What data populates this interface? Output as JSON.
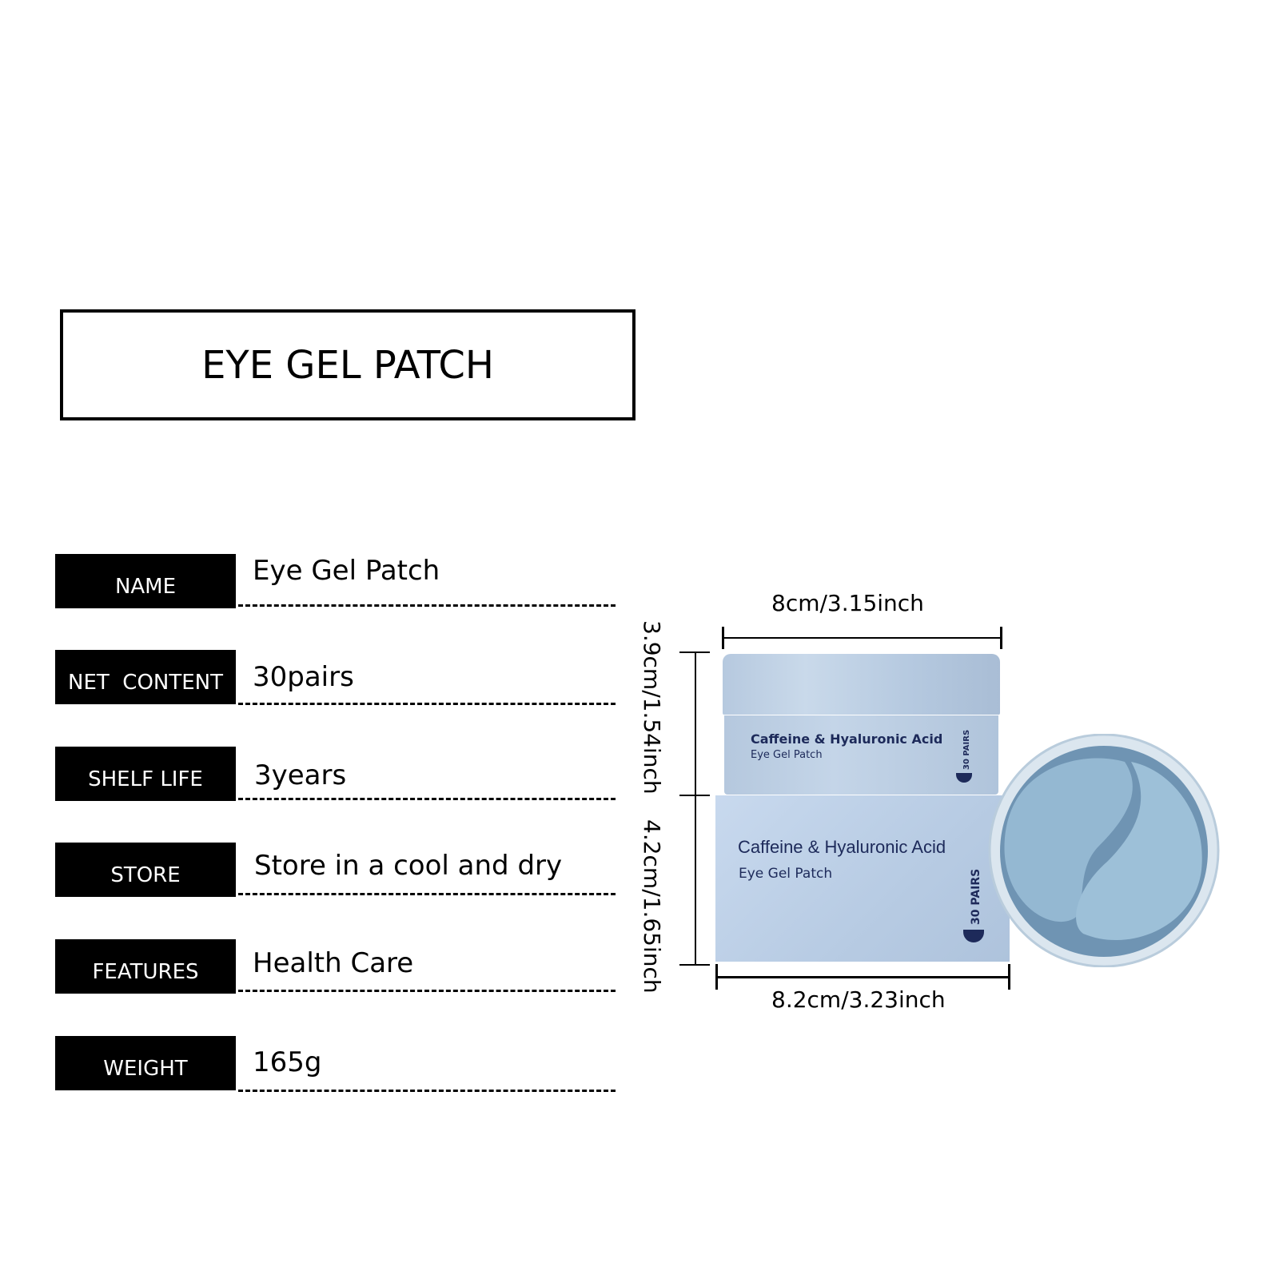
{
  "title": "EYE GEL PATCH",
  "specs": [
    {
      "label": "NAME",
      "value": "Eye Gel Patch"
    },
    {
      "label": "NET  CONTENT",
      "value": "30pairs"
    },
    {
      "label": "SHELF LIFE",
      "value": "3years"
    },
    {
      "label": "STORE",
      "value": "Store in a cool and dry"
    },
    {
      "label": "FEATURES",
      "value": "Health Care"
    },
    {
      "label": "WEIGHT",
      "value": "165g"
    }
  ],
  "dimensions": {
    "jar_width": "8cm/3.15inch",
    "jar_height": "3.9cm/1.54inch",
    "box_height": "4.2cm/1.65inch",
    "box_width": "8.2cm/3.23inch"
  },
  "product": {
    "line1": "Caffeine & Hyaluronic Acid",
    "line2": "Eye Gel Patch",
    "count": "30 PAIRS"
  },
  "colors": {
    "navy": "#1d2a5a",
    "package_blue": "#b7cbe3",
    "gel_blue": "#8fb3cc"
  }
}
